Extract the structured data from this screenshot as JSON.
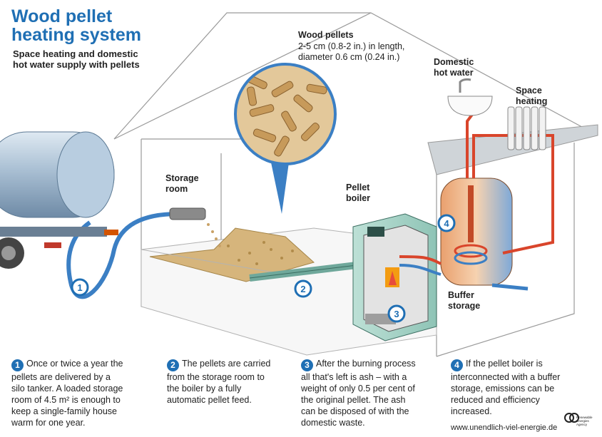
{
  "title_line1": "Wood pellet",
  "title_line2": "heating system",
  "subtitle_line1": "Space heating and domestic",
  "subtitle_line2": "hot water supply with pellets",
  "labels": {
    "wood_pellets_title": "Wood pellets",
    "wood_pellets_desc1": "2-5 cm (0.8-2 in.) in length,",
    "wood_pellets_desc2": "diameter 0.6 cm (0.24 in.)",
    "domestic_hot_water1": "Domestic",
    "domestic_hot_water2": "hot water",
    "space_heating1": "Space",
    "space_heating2": "heating",
    "storage_room1": "Storage",
    "storage_room2": "room",
    "pellet_boiler1": "Pellet",
    "pellet_boiler2": "boiler",
    "buffer_storage1": "Buffer",
    "buffer_storage2": "storage"
  },
  "markers": [
    "1",
    "2",
    "3",
    "4"
  ],
  "steps": [
    {
      "num": "1",
      "lines": [
        "Once or twice a year the",
        "pellets are delivered by a",
        "silo tanker. A loaded storage",
        "room of 4.5 m² is enough to",
        "keep a single-family house",
        "warm for one year."
      ]
    },
    {
      "num": "2",
      "lines": [
        "The pellets are carried",
        "from the storage room to",
        "the boiler by a fully",
        "automatic pellet feed."
      ]
    },
    {
      "num": "3",
      "lines": [
        "After the burning process",
        "all that's left is ash – with a",
        "weight of only 0.5 per cent of",
        "the original pellet. The ash",
        "can be disposed of with the",
        "domestic waste."
      ]
    },
    {
      "num": "4",
      "lines": [
        "If the pellet boiler is",
        "interconnected with a buffer",
        "storage, emissions can be",
        "reduced and efficiency",
        "increased."
      ]
    }
  ],
  "footer_url": "www.unendlich-viel-energie.de",
  "logo_text": "Renewable Energies Agency",
  "colors": {
    "accent": "#1f6fb4",
    "hot": "#d9452b",
    "cold": "#3b7fc4"
  }
}
